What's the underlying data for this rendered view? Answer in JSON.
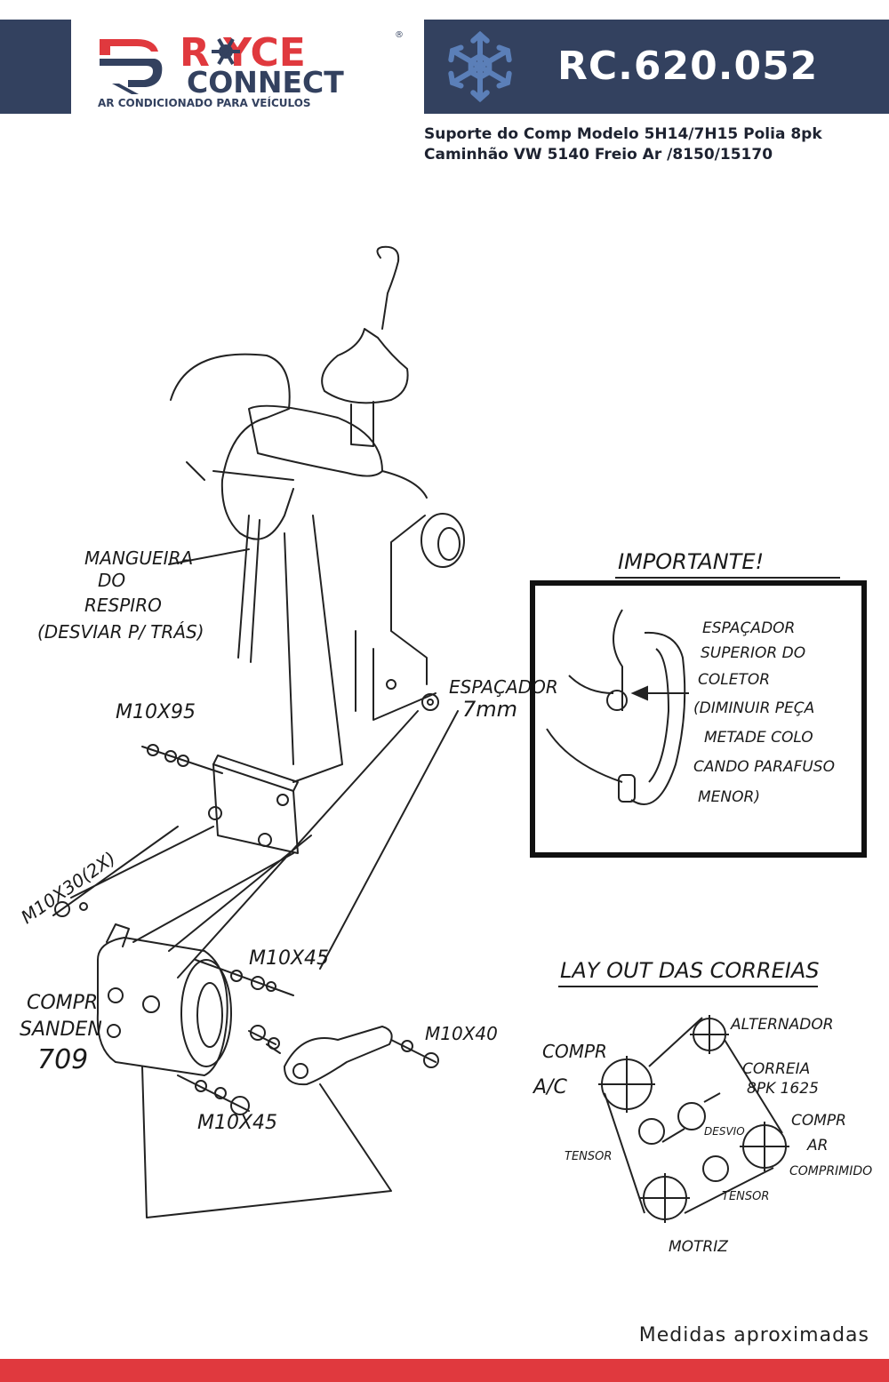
{
  "brand": {
    "word_top": "R  YCE",
    "word_connect": "CONNECT",
    "registered": "®",
    "tagline": "AR CONDICIONADO PARA VEÍCULOS",
    "colors": {
      "navy": "#33415f",
      "red": "#e0393e",
      "snow": "#5b7fb8"
    }
  },
  "product": {
    "code": "RC.620.052",
    "description_line1": "Suporte do Comp Modelo 5H14/7H15 Polia 8pk",
    "description_line2": "Caminhão VW 5140 Freio Ar /8150/15170"
  },
  "drawing": {
    "labels": {
      "mangueira": [
        "MANGUEIRA",
        "DO",
        "RESPIRO",
        "(DESVIAR P/ TRÁS)"
      ],
      "espacador": [
        "ESPAÇADOR",
        "7mm"
      ],
      "m10x95": "M10X95",
      "m10x30": "M10X30(2X)",
      "m10x45_a": "M10X45",
      "m10x40": "M10X40",
      "m10x45_b": "M10X45",
      "compressor": [
        "COMPR",
        "SANDEN",
        "709"
      ]
    },
    "importante": {
      "title": "IMPORTANTE!",
      "note": [
        "ESPAÇADOR",
        "SUPERIOR DO",
        "COLETOR",
        "(DIMINUIR PEÇA",
        "METADE COLO",
        "CANDO PARAFUSO",
        "MENOR)"
      ]
    },
    "layout": {
      "title": "LAY OUT DAS CORREIAS",
      "alternador": "ALTERNADOR",
      "compr_ac": [
        "COMPR",
        "A/C"
      ],
      "correia": [
        "CORREIA",
        "8PK 1625"
      ],
      "desvio": "DESVIO",
      "compr_ar": [
        "COMPR",
        "AR",
        "COMPRIMIDO"
      ],
      "tensor_left": "TENSOR",
      "tensor_right": "TENSOR",
      "motriz": "MOTRIZ"
    }
  },
  "footer": {
    "note": "Medidas aproximadas"
  }
}
